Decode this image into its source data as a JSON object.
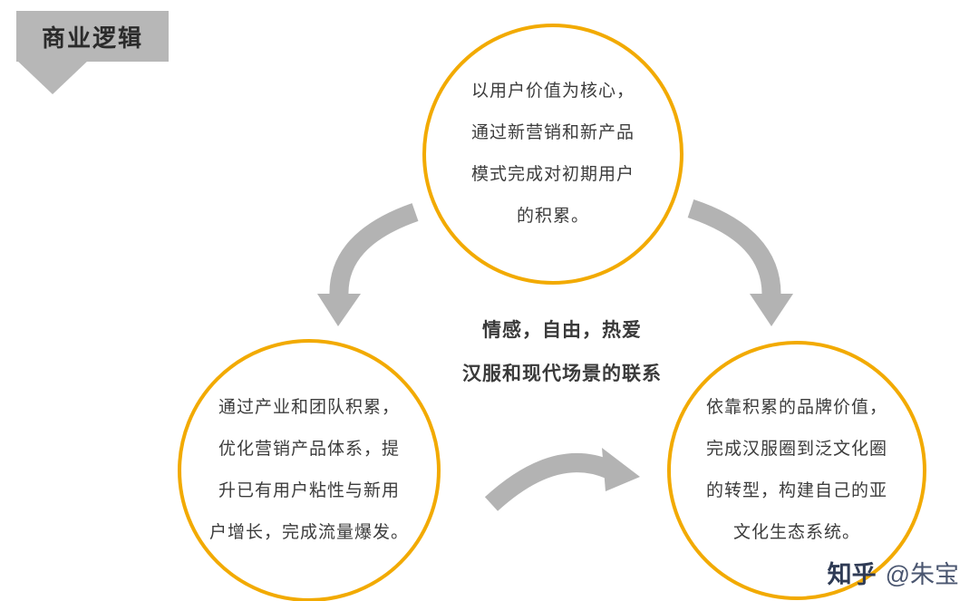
{
  "ribbon": {
    "label": "商业逻辑"
  },
  "center_note": {
    "line1": "情感，自由，热爱",
    "line2": "汉服和现代场景的联系"
  },
  "circles": [
    {
      "id": "user-value",
      "lines": [
        "以用户价值为核心，",
        "通过新营销和新产品",
        "模式完成对初期用户",
        "的积累。"
      ]
    },
    {
      "id": "traffic-growth",
      "lines": [
        "通过产业和团队积累，",
        "优化营销产品体系，提",
        "升已有用户粘性与新用",
        "户增长，完成流量爆发。"
      ]
    },
    {
      "id": "brand-transform",
      "lines": [
        "依靠积累的品牌价值，",
        "完成汉服圈到泛文化圈",
        "的转型，构建自己的亚",
        "文化生态系统。"
      ]
    }
  ],
  "watermark": {
    "brand": "知乎",
    "handle": "@朱宝"
  },
  "colors": {
    "circle_border": "#F2AA00",
    "arrow": "#b3b3b3",
    "ribbon": "#b7b7b7",
    "text": "#3c3c3c"
  }
}
